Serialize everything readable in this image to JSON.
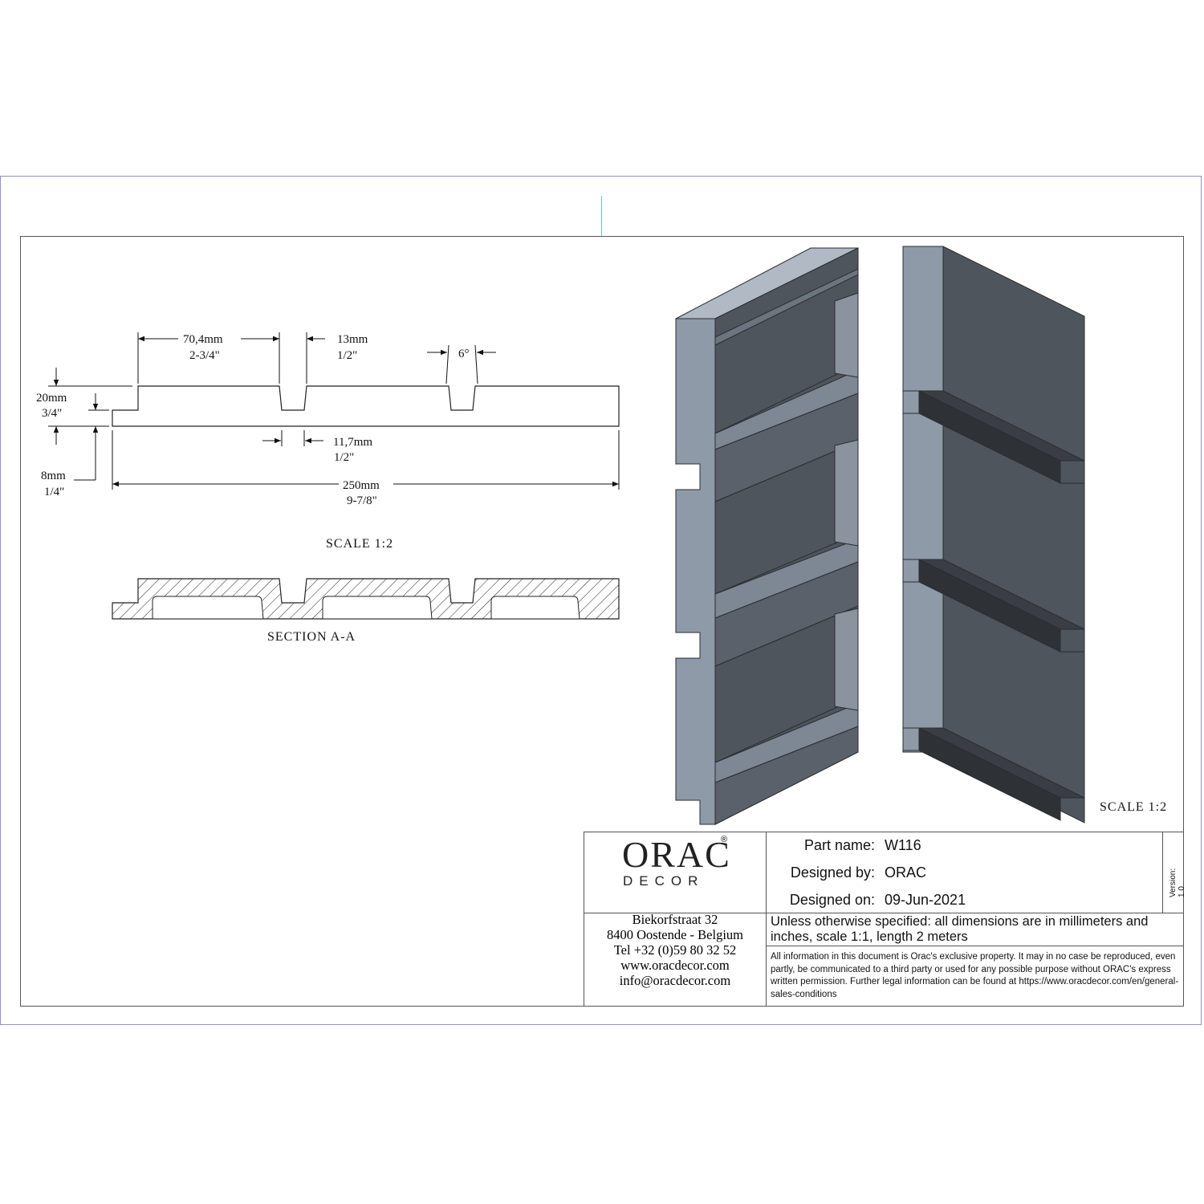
{
  "dimensions": {
    "width_top": {
      "mm": "70,4mm",
      "inch": "2-3/4\""
    },
    "groove_top": {
      "mm": "13mm",
      "inch": "1/2\""
    },
    "angle": "6°",
    "thickness": {
      "mm": "20mm",
      "inch": "3/4\""
    },
    "groove_bottom": {
      "mm": "11,7mm",
      "inch": "1/2\""
    },
    "lip": {
      "mm": "8mm",
      "inch": "1/4\""
    },
    "total": {
      "mm": "250mm",
      "inch": "9-7/8\""
    }
  },
  "labels": {
    "scale_left": "SCALE  1:2",
    "section": "SECTION  A-A",
    "scale_right": "SCALE  1:2"
  },
  "title_block": {
    "logo_main": "ORAC",
    "logo_reg": "®",
    "logo_sub": "DECOR",
    "address": [
      "Biekorfstraat 32",
      "8400 Oostende - Belgium",
      "Tel  +32 (0)59 80 32 52",
      "www.oracdecor.com",
      "info@oracdecor.com"
    ],
    "part_name_label": "Part name:",
    "part_name": "W116",
    "designed_by_label": "Designed by:",
    "designed_by": "ORAC",
    "designed_on_label": "Designed on:",
    "designed_on": "09-Jun-2021",
    "version": "Version: 1.0",
    "note": "Unless otherwise specified: all dimensions are in millimeters and inches, scale 1:1, length 2 meters",
    "legal": "All information in this document is Orac's exclusive property.  It may in no case be reproduced, even partly, be communicated to a third party or used for any possible purpose without ORAC's express written permission. Further legal information can be found at https://www.oracdecor.com/en/general-sales-conditions"
  },
  "colors": {
    "panel_light": "#8e9aa8",
    "panel_dark": "#4f555d",
    "panel_mid": "#6c7480"
  }
}
